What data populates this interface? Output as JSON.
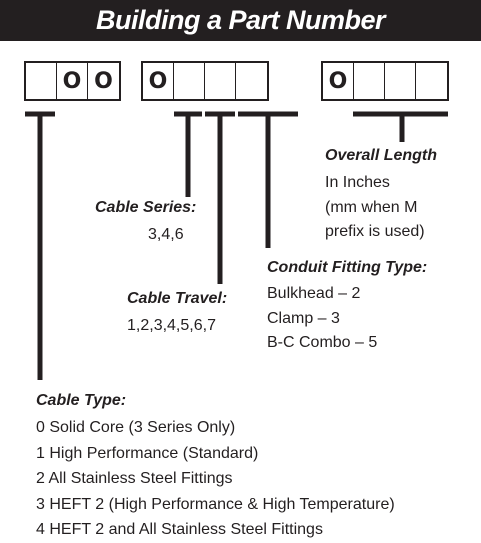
{
  "header": {
    "title": "Building a Part Number"
  },
  "groups": [
    {
      "boxes": [
        "",
        "O",
        "O"
      ]
    },
    {
      "boxes": [
        "O",
        "",
        "",
        ""
      ]
    },
    {
      "boxes": [
        "O",
        "",
        "",
        ""
      ]
    }
  ],
  "sections": {
    "overall_length": {
      "title": "Overall Length",
      "lines": [
        "In Inches",
        "(mm when M",
        "prefix is used)"
      ]
    },
    "cable_series": {
      "title": "Cable Series:",
      "lines": [
        "3,4,6"
      ]
    },
    "conduit_fitting": {
      "title": "Conduit Fitting Type:",
      "lines": [
        "Bulkhead – 2",
        "Clamp – 3",
        "B-C Combo – 5"
      ]
    },
    "cable_travel": {
      "title": "Cable Travel:",
      "lines": [
        "1,2,3,4,5,6,7"
      ]
    },
    "cable_type": {
      "title": "Cable Type:",
      "lines": [
        "0 Solid Core (3 Series Only)",
        "1 High Performance (Standard)",
        "2 All Stainless Steel Fittings",
        "3 HEFT 2 (High Performance & High Temperature)",
        "4 HEFT 2 and All Stainless Steel Fittings"
      ]
    }
  },
  "colors": {
    "ink": "#231f20",
    "header_bg": "#231f20",
    "header_text": "#ffffff"
  }
}
